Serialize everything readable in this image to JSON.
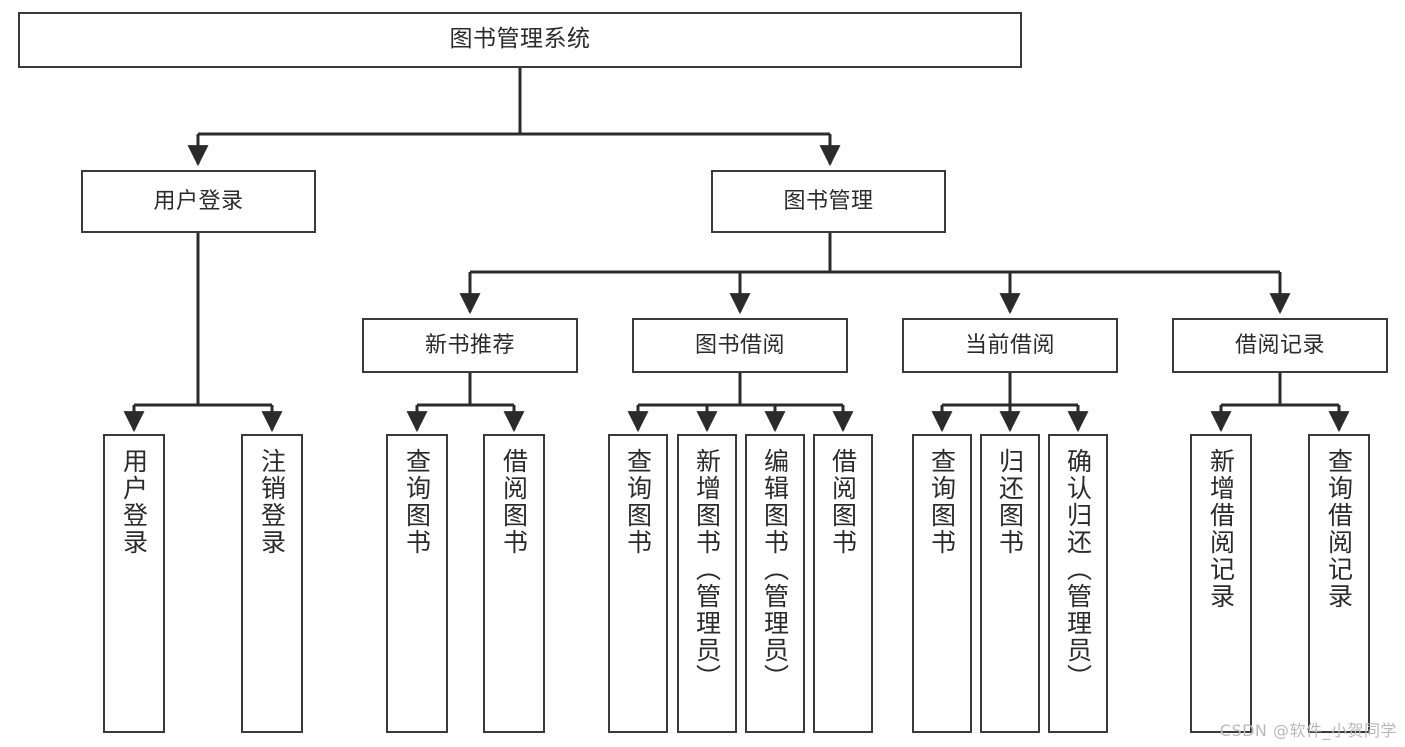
{
  "diagram": {
    "title": "图书管理系统",
    "type": "tree-hierarchy-chart",
    "watermark": "CSDN @软件_小贺同学",
    "colors": {
      "box_border": "#3a3a3a",
      "box_fill": "#ffffff",
      "connector": "#2b2b2b",
      "text": "#2b2b2b",
      "watermark": "#b9b9b9",
      "background": "#ffffff"
    },
    "levels": {
      "root": {
        "label": "图书管理系统"
      },
      "level2": [
        {
          "label": "用户登录"
        },
        {
          "label": "图书管理"
        }
      ],
      "level3": [
        {
          "label": "新书推荐"
        },
        {
          "label": "图书借阅"
        },
        {
          "label": "当前借阅"
        },
        {
          "label": "借阅记录"
        }
      ],
      "leaves": {
        "user_login": [
          {
            "label": "用户登录"
          },
          {
            "label": "注销登录"
          }
        ],
        "new_book_recommend": [
          {
            "label": "查询图书"
          },
          {
            "label": "借阅图书"
          }
        ],
        "book_borrow": [
          {
            "label": "查询图书"
          },
          {
            "label": "新增图书（管理员）"
          },
          {
            "label": "编辑图书（管理员）"
          },
          {
            "label": "借阅图书"
          }
        ],
        "current_borrow": [
          {
            "label": "查询图书"
          },
          {
            "label": "归还图书"
          },
          {
            "label": "确认归还（管理员）"
          }
        ],
        "borrow_records": [
          {
            "label": "新增借阅记录"
          },
          {
            "label": "查询借阅记录"
          }
        ]
      }
    }
  }
}
